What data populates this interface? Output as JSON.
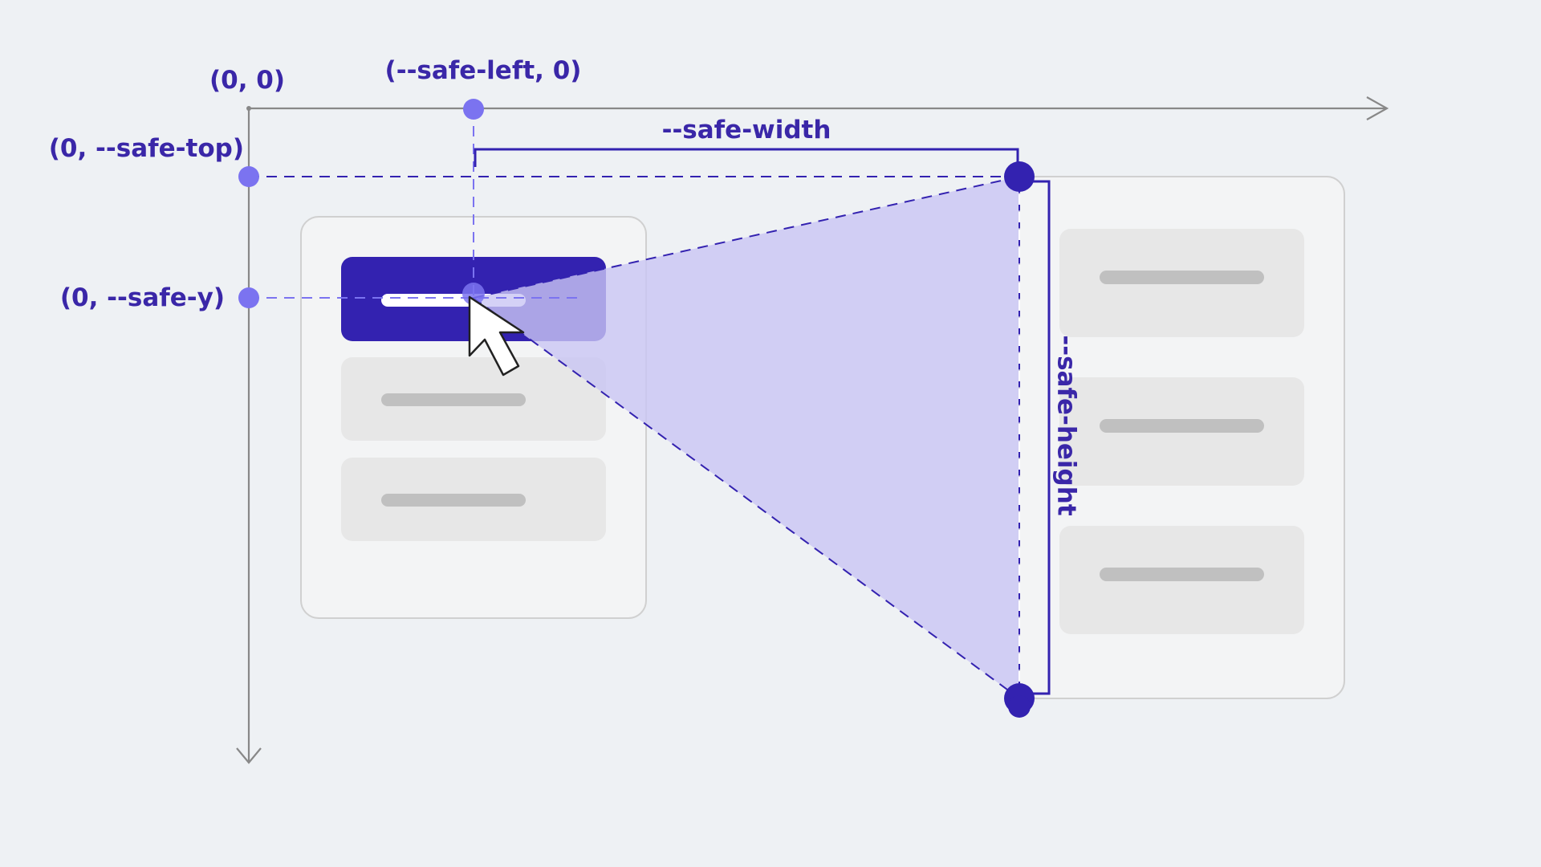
{
  "labels": {
    "origin": "(0, 0)",
    "safe_left": "(--safe-left, 0)",
    "safe_top": "(0, --safe-top)",
    "safe_y": "(0, --safe-y)",
    "safe_width": "--safe-width",
    "safe_height": "--safe-height"
  },
  "colors": {
    "background": "#eef1f4",
    "accent": "#3322b0",
    "accent_light": "#7b73f0",
    "safe_area_fill": "#c9c5f4",
    "panel_fill": "#f3f4f5",
    "item_fill": "#e7e7e7",
    "item_bar": "#c0c0c0",
    "axis": "#888888"
  },
  "menu": {
    "items": [
      {
        "state": "active"
      },
      {
        "state": "default"
      },
      {
        "state": "default"
      }
    ]
  },
  "submenu": {
    "items": [
      {
        "state": "default"
      },
      {
        "state": "default"
      },
      {
        "state": "default"
      }
    ]
  }
}
